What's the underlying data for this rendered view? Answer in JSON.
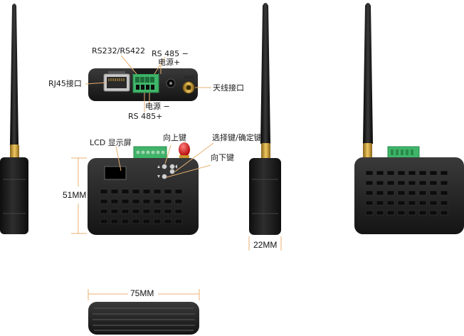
{
  "labels": {
    "rs232_rs422": "RS232/RS422",
    "rs485_minus": "RS 485 −",
    "power_plus": "电源+",
    "rj45": "RJ45接口",
    "antenna_port": "天线接口",
    "power_minus": "电源 −",
    "rs485_plus": "RS 485+",
    "lcd": "LCD 显示屏",
    "up_key": "向上键",
    "select_key": "选择键/确定键",
    "down_key": "向下键"
  },
  "dimensions": {
    "height": "51MM",
    "depth": "22MM",
    "width": "75MM"
  },
  "colors": {
    "body": "#1f1f1f",
    "terminal": "#3fb56a",
    "antenna": "#1a1a1a",
    "brass": "#c8962e",
    "leader": "#e8b070"
  }
}
